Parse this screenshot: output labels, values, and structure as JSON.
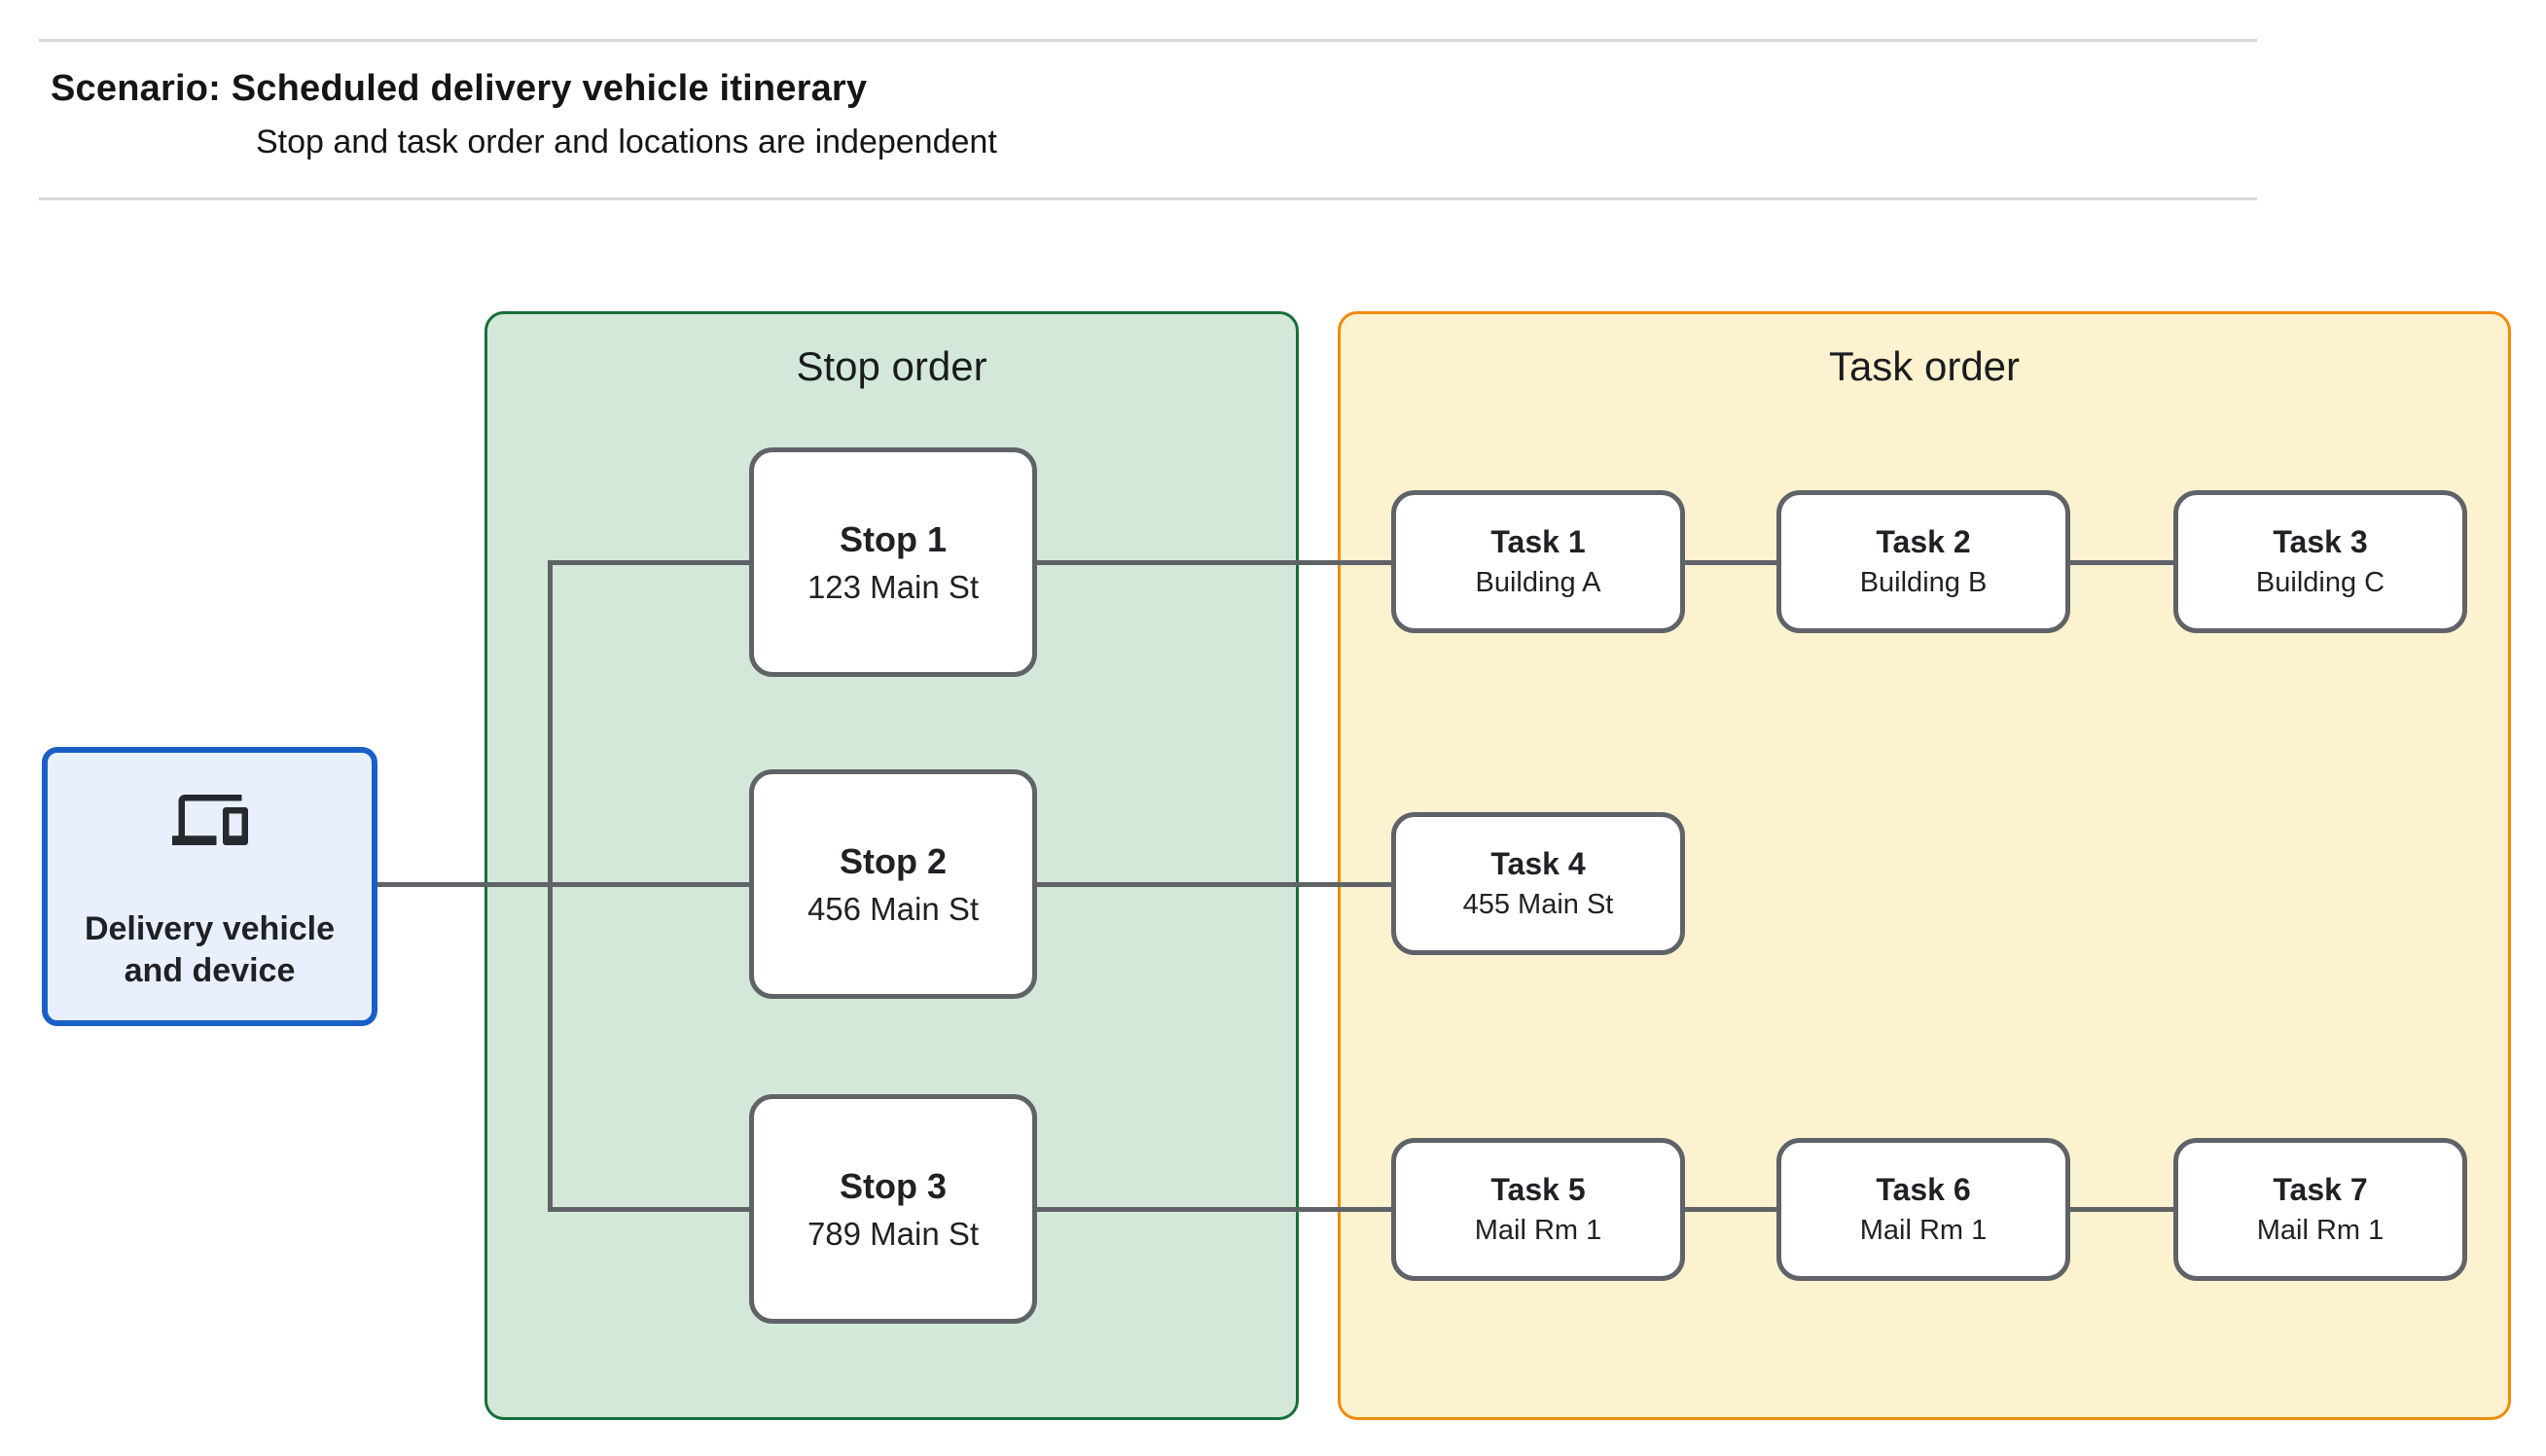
{
  "header": {
    "title_prefix": "Scenario:",
    "title_rest": "Scheduled delivery vehicle itinerary",
    "subtitle": "Stop and task order and locations are independent"
  },
  "vehicle_node": {
    "label": "Delivery vehicle and device",
    "icon": "devices-icon"
  },
  "stop_panel": {
    "title": "Stop order",
    "fill_color": "#d4e8da",
    "border_color": "#166f39"
  },
  "task_panel": {
    "title": "Task order",
    "fill_color": "#fdf2cf",
    "border_color": "#f18a0a"
  },
  "stops": [
    {
      "name": "Stop 1",
      "location": "123 Main St"
    },
    {
      "name": "Stop 2",
      "location": "456 Main St"
    },
    {
      "name": "Stop 3",
      "location": "789 Main St"
    }
  ],
  "tasks": [
    {
      "name": "Task 1",
      "location": "Building A"
    },
    {
      "name": "Task 2",
      "location": "Building B"
    },
    {
      "name": "Task 3",
      "location": "Building C"
    },
    {
      "name": "Task 4",
      "location": "455 Main St"
    },
    {
      "name": "Task 5",
      "location": "Mail Rm 1"
    },
    {
      "name": "Task 6",
      "location": "Mail Rm 1"
    },
    {
      "name": "Task 7",
      "location": "Mail Rm 1"
    }
  ],
  "connections": {
    "vehicle_to": [
      "Stop 1",
      "Stop 2",
      "Stop 3"
    ],
    "stop_to_task": [
      [
        "Stop 1",
        "Task 1"
      ],
      [
        "Stop 2",
        "Task 4"
      ],
      [
        "Stop 3",
        "Task 5"
      ]
    ],
    "task_chains": [
      [
        "Task 1",
        "Task 2",
        "Task 3"
      ],
      [
        "Task 4"
      ],
      [
        "Task 5",
        "Task 6",
        "Task 7"
      ]
    ]
  },
  "colors": {
    "vehicle_fill": "#e8f0fe",
    "vehicle_border": "#1a5fc8",
    "node_fill": "#ffffff",
    "node_border": "#5f6368",
    "connector": "#5f6368",
    "hairline": "#d8d8d8",
    "text": "#1f2124"
  }
}
